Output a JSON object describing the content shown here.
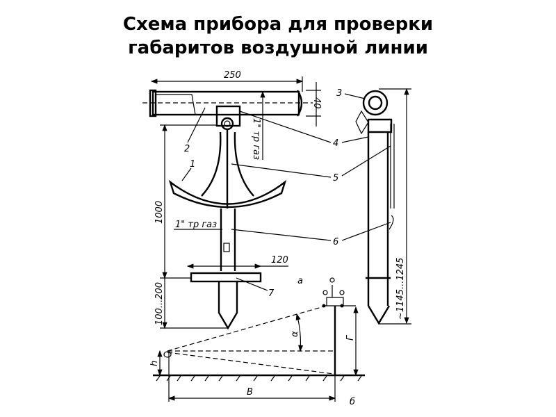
{
  "slide": {
    "title_line1": "Схема прибора для проверки",
    "title_line2": "габаритов воздушной линии"
  },
  "drawing": {
    "dim_length": "250",
    "dim_diameter": "40",
    "dim_height": "1000",
    "dim_depth": "100...200",
    "dim_plate": "120",
    "dim_total": "~1145...1245",
    "pipe_label_vertical": "1\" тр газ",
    "pipe_label_horizontal": "1\" тр газ",
    "part_1": "1",
    "part_2": "2",
    "part_3": "3",
    "part_4": "4",
    "part_5": "5",
    "part_6": "6",
    "part_7": "7",
    "view_a": "а",
    "view_b": "б",
    "angle": "α",
    "clearance": "Г",
    "observer_height": "h",
    "distance": "В"
  }
}
